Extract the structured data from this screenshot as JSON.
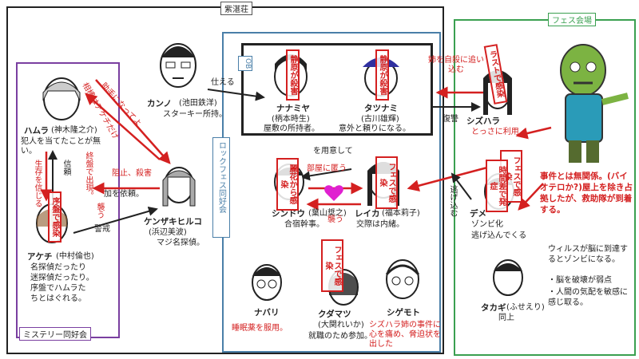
{
  "groups": {
    "shitanso": "紫湛荘",
    "fes": "フェス会場",
    "ob": "OB",
    "rock": "ロックフェス同好会",
    "mystery": "ミステリー同好会"
  },
  "characters": {
    "kanno": {
      "name": "カンノ",
      "actor": "(池田鉄洋)",
      "desc": "スターキー所持。"
    },
    "nanamiya": {
      "name": "ナナミヤ",
      "actor": "(柄本時生)",
      "desc": "屋敷の所持者。"
    },
    "tatsunami": {
      "name": "タツナミ",
      "actor": "(古川雄輝)",
      "desc": "意外と頼りになる。"
    },
    "shizuhara": {
      "name": "シズハラ",
      "desc": "とっさに利用"
    },
    "hamura": {
      "name": "ハムラ",
      "actor": "(神木隆之介)",
      "desc": "犯人を当てたことが無い。"
    },
    "kenzaki": {
      "name": "ケンザキヒルコ",
      "actor": "(浜辺美波)",
      "desc": "マジ名探偵。"
    },
    "akechi": {
      "name": "アケチ",
      "actor": "(中村倫也)",
      "desc1": "名探偵だったり",
      "desc2": "迷探偵だったり。",
      "desc3": "序盤でハムラた",
      "desc4": "ちとはぐれる。"
    },
    "shindo": {
      "name": "シンドウ",
      "actor": "(葉山奨之)",
      "desc": "合宿幹事。"
    },
    "reika": {
      "name": "レイカ",
      "actor": "(福本莉子)",
      "desc": "交際は内緒。"
    },
    "dememoto": {
      "name": "デメ",
      "desc1": "ゾンビ化",
      "desc2": "逃げ込んでくる"
    },
    "nabari": {
      "name": "ナバリ",
      "desc": "睡眠薬を服用。"
    },
    "kudamatsu": {
      "name": "クダマツ",
      "actor": "(大関れいか)",
      "desc": "就職のため参加。"
    },
    "shigemoto": {
      "name": "シゲモト",
      "desc": "シズハラ姉の事件に心を痛め、脅迫状を出した"
    },
    "takagi": {
      "name": "タカギ",
      "actor": "(ふせえり)",
      "desc": "同上"
    }
  },
  "stamps": {
    "nanamiya": "静原が殺害",
    "tatsunami": "静原が殺害",
    "shizuhara": "ラストで感染",
    "akechi": "序盤で感染",
    "shindo": "麗花から感染",
    "reika": "フェスで感染",
    "kudamatsu": "フェスで感染",
    "dememoto1": "フェスで感染",
    "dememoto2": "時間差で発症"
  },
  "arrows": {
    "kanno_nanamiya": "仕える",
    "shizuhara_tatsunami": "姉を自殺に追い込む",
    "fukushu": "復讐",
    "josyu": "助手になってよ",
    "akechi_warn": "相棒はアケチだけ",
    "owari": "終盤で出現。",
    "soshi": "阻止、殺害",
    "irai": "加を依頼。",
    "seizon": "生存を信じる",
    "shinrai": "信頼",
    "osou1": "襲う",
    "keikai": "警戒",
    "heya": "部屋に匿う",
    "youi": "を用意して",
    "osou2": "襲う",
    "nigekomu": "逃げ込む"
  },
  "zombie_notes": {
    "main": "事件とは無関係。(バイオテロか?)屋上を除き占拠したが、救助隊が到着する。",
    "rule1": "ウィルスが脳に到達するとゾンビになる。",
    "rule2": "・脳を破壊が弱点",
    "rule3": "・人間の気配を敏感に感じ取る。"
  },
  "colors": {
    "accent_red": "#d42020",
    "fes_green": "#3aa050",
    "rock_blue": "#4a7fa8",
    "mystery_purple": "#7a3fa0"
  }
}
